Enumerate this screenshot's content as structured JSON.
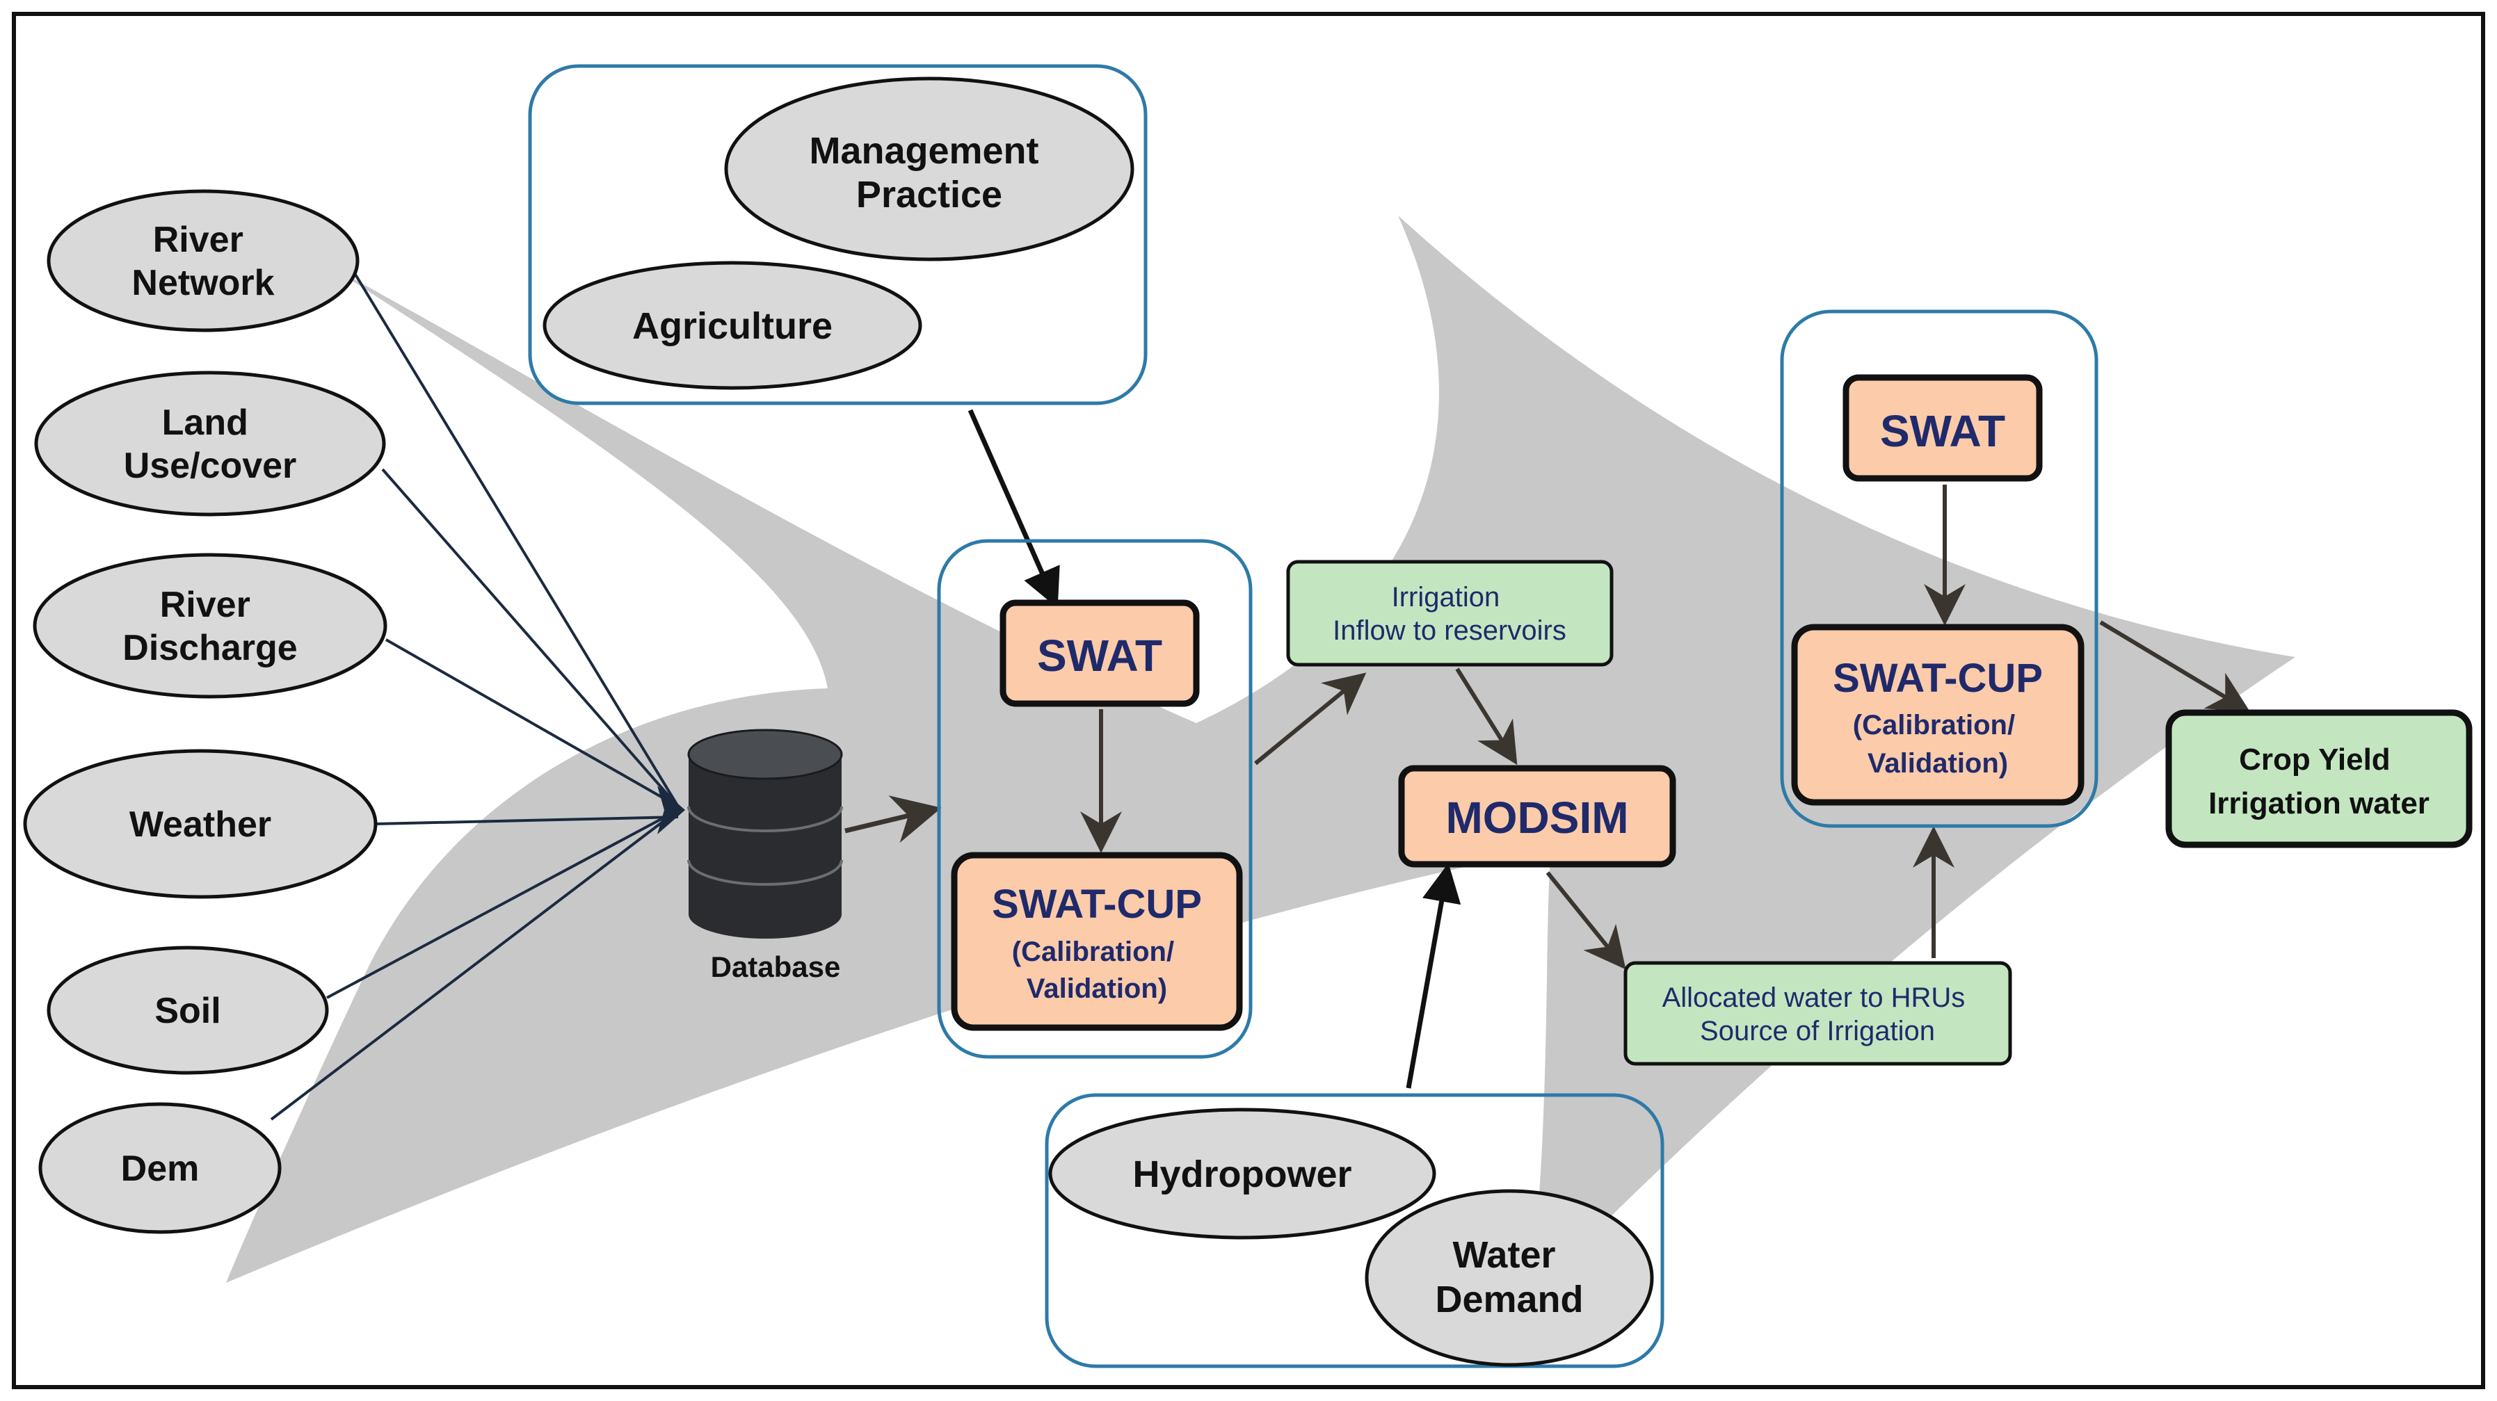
{
  "inputs": {
    "river_network": [
      "River",
      "Network"
    ],
    "land_use": [
      "Land",
      "Use/cover"
    ],
    "river_discharge": [
      "River",
      "Discharge"
    ],
    "weather": [
      "Weather"
    ],
    "soil": [
      "Soil"
    ],
    "dem": [
      "Dem"
    ]
  },
  "database": {
    "label": "Database"
  },
  "management_group": {
    "management_practice": [
      "Management",
      "Practice"
    ],
    "agriculture": [
      "Agriculture"
    ]
  },
  "model1": {
    "swat": "SWAT",
    "swat_cup": "SWAT-CUP",
    "swat_cup_sub": [
      "(Calibration/",
      "Validation)"
    ]
  },
  "irrigation_box": [
    "Irrigation",
    "Inflow to reservoirs"
  ],
  "modsim": "MODSIM",
  "demand_group": {
    "hydropower": [
      "Hydropower"
    ],
    "water_demand": [
      "Water",
      "Demand"
    ]
  },
  "allocated_box": [
    "Allocated water to HRUs",
    "Source of Irrigation"
  ],
  "model2": {
    "swat": "SWAT",
    "swat_cup": "SWAT-CUP",
    "swat_cup_sub": [
      "(Calibration/",
      "Validation)"
    ]
  },
  "output_box": [
    "Crop Yield",
    "Irrigation water"
  ],
  "colors": {
    "ellipse_fill": "#d9d9d9",
    "model_fill": "#fbcbaa",
    "green_fill": "#c3e6c1",
    "group_border": "#2e7aa8",
    "arrow_color": "#3b3530",
    "background_arrow": "#c8c8c8"
  }
}
